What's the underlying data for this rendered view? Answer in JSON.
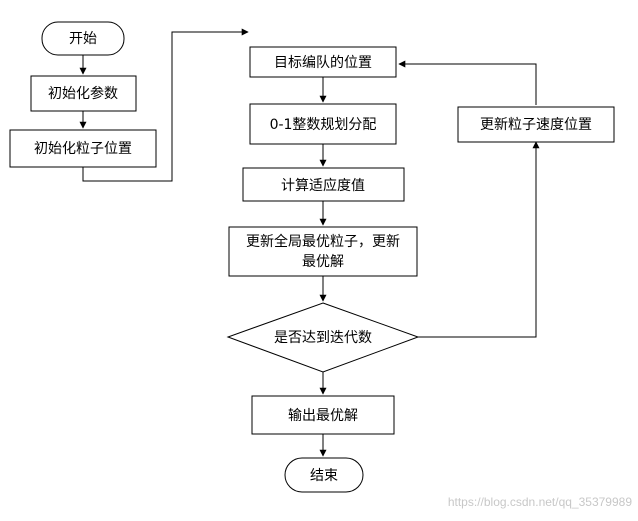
{
  "nodes": {
    "start": "开始",
    "init_params": "初始化参数",
    "init_positions": "初始化粒子位置",
    "formation_target": "目标编队的位置",
    "integer_alloc": "0-1整数规划分配",
    "fitness": "计算适应度值",
    "update_best_line1": "更新全局最优粒子，更新",
    "update_best_line2": "最优解",
    "decision": "是否达到迭代数",
    "update_speed": "更新粒子速度位置",
    "output": "输出最优解",
    "end": "结束"
  },
  "watermark": "https://blog.csdn.net/qq_35379989",
  "colors": {
    "stroke": "#000000",
    "fill": "#ffffff",
    "watermark": "#c8c8c8"
  }
}
